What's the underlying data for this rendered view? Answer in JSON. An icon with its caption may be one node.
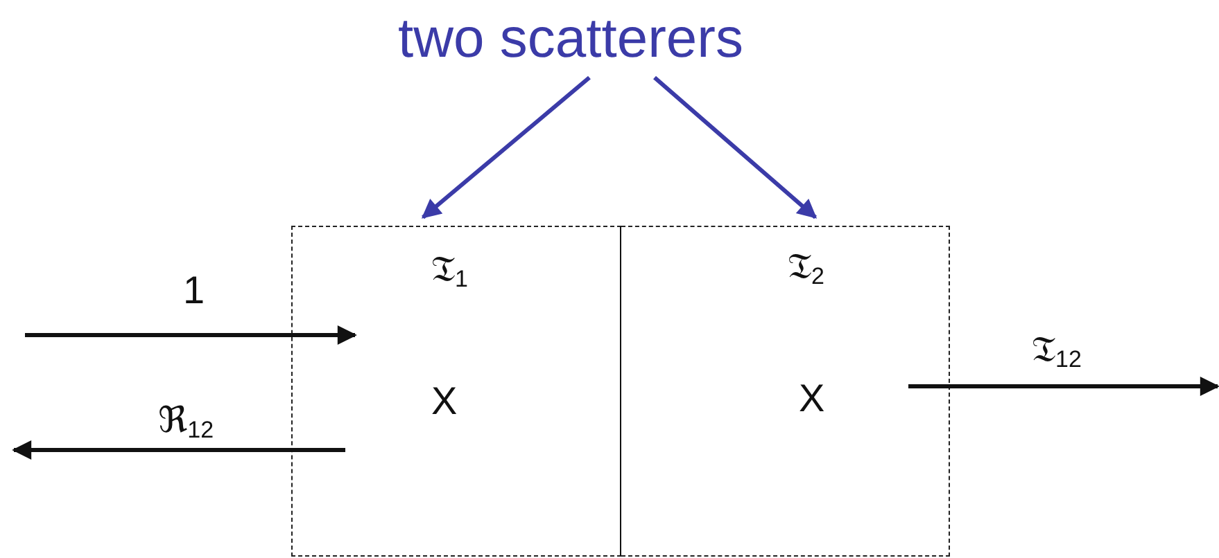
{
  "diagram": {
    "nodes": [
      {
        "text": [
          "two scatterers"
        ]
      },
      {
        "text": [
          "𝔗$_{1}$",
          "X"
        ]
      },
      {
        "text": [
          "𝔗$_{2}$",
          "X"
        ]
      }
    ],
    "edges": [
      {
        "from": 0,
        "to": 1,
        "arrow": "to",
        "color": "#3b3ba8"
      },
      {
        "from": 0,
        "to": 2,
        "arrow": "to",
        "color": "#3b3ba8"
      },
      {
        "from": null,
        "to": 1,
        "arrow": "to",
        "label": "1"
      },
      {
        "from": 1,
        "to": null,
        "arrow": "to",
        "label": "ℜ$_{12}$"
      },
      {
        "from": 2,
        "to": null,
        "arrow": "to",
        "label": "𝔗$_{12}$"
      }
    ]
  }
}
